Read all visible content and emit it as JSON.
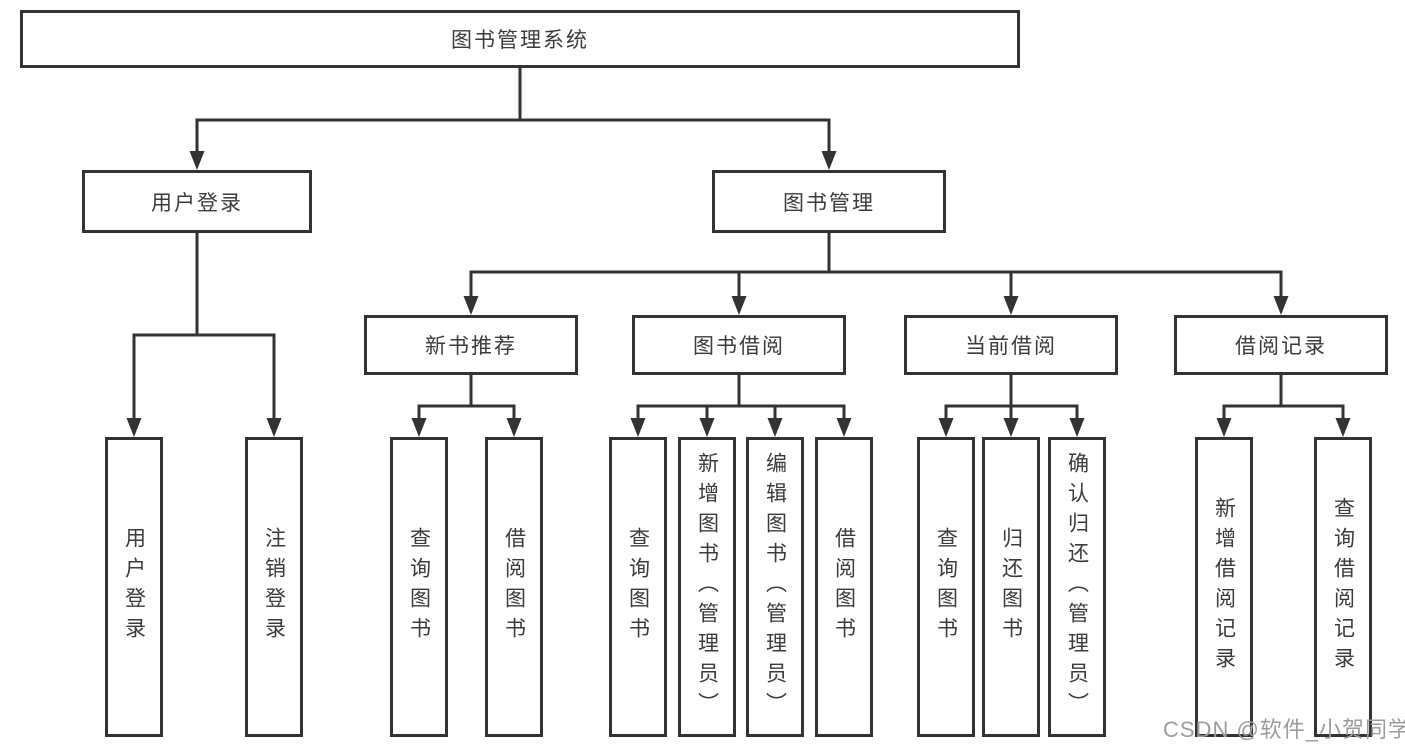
{
  "diagram": {
    "root": {
      "label": "图书管理系统"
    },
    "level2": [
      {
        "label": "用户登录",
        "parent": "图书管理系统"
      },
      {
        "label": "图书管理",
        "parent": "图书管理系统"
      }
    ],
    "level3": [
      {
        "label": "新书推荐",
        "parent": "图书管理"
      },
      {
        "label": "图书借阅",
        "parent": "图书管理"
      },
      {
        "label": "当前借阅",
        "parent": "图书管理"
      },
      {
        "label": "借阅记录",
        "parent": "图书管理"
      }
    ],
    "leaves": [
      {
        "label": "用户登录",
        "parent": "用户登录"
      },
      {
        "label": "注销登录",
        "parent": "用户登录"
      },
      {
        "label": "查询图书",
        "parent": "新书推荐"
      },
      {
        "label": "借阅图书",
        "parent": "新书推荐"
      },
      {
        "label": "查询图书",
        "parent": "图书借阅"
      },
      {
        "label": "新增图书（管理员）",
        "parent": "图书借阅"
      },
      {
        "label": "编辑图书（管理员）",
        "parent": "图书借阅"
      },
      {
        "label": "借阅图书",
        "parent": "图书借阅"
      },
      {
        "label": "查询图书",
        "parent": "当前借阅"
      },
      {
        "label": "归还图书",
        "parent": "当前借阅"
      },
      {
        "label": "确认归还（管理员）",
        "parent": "当前借阅"
      },
      {
        "label": "新增借阅记录",
        "parent": "借阅记录"
      },
      {
        "label": "查询借阅记录",
        "parent": "借阅记录"
      }
    ],
    "watermark": "CSDN @软件_小贺同学",
    "colors": {
      "line": "#333333",
      "text": "#3b3b3b",
      "background": "#ffffff",
      "watermark": "#9c9c9c"
    }
  }
}
